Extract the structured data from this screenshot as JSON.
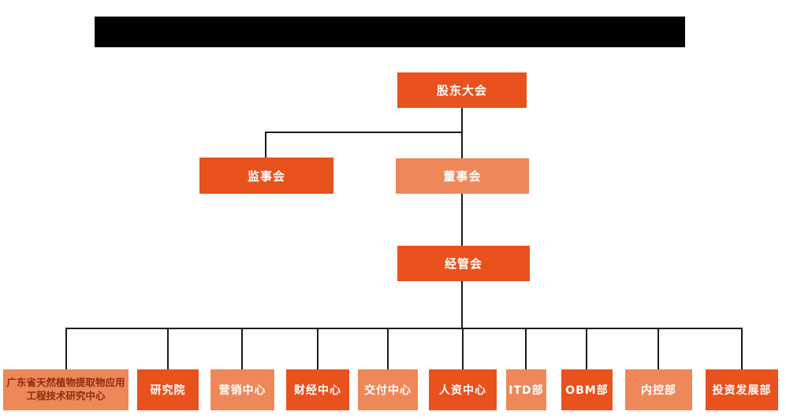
{
  "palette": {
    "primary_orange": "#E9511D",
    "light_orange": "#EF8859",
    "node_text_white": "#FFFFFF",
    "node_text_dark_red": "#8E2C0F",
    "connector_line": "#1A1A1A",
    "redacted_bar": "#000000",
    "background": "#FFFFFF"
  },
  "org_chart": {
    "type": "organization-chart",
    "root": {
      "label": "股东大会",
      "variant": "primary"
    },
    "level2": [
      {
        "label": "监事会",
        "variant": "primary"
      },
      {
        "label": "董事会",
        "variant": "light"
      }
    ],
    "level3": {
      "label": "经管会",
      "variant": "primary"
    },
    "departments": [
      {
        "label": "广东省天然植物提取物应用工程技术研究中心",
        "variant": "light",
        "text_color": "dark-red"
      },
      {
        "label": "研究院",
        "variant": "primary",
        "text_color": "white"
      },
      {
        "label": "营销中心",
        "variant": "light",
        "text_color": "white"
      },
      {
        "label": "财经中心",
        "variant": "primary",
        "text_color": "white"
      },
      {
        "label": "交付中心",
        "variant": "light",
        "text_color": "white"
      },
      {
        "label": "人资中心",
        "variant": "primary",
        "text_color": "white"
      },
      {
        "label": "ITD部",
        "variant": "light",
        "text_color": "white"
      },
      {
        "label": "OBM部",
        "variant": "primary",
        "text_color": "white"
      },
      {
        "label": "内控部",
        "variant": "light",
        "text_color": "white"
      },
      {
        "label": "投资发展部",
        "variant": "primary",
        "text_color": "white"
      }
    ]
  }
}
